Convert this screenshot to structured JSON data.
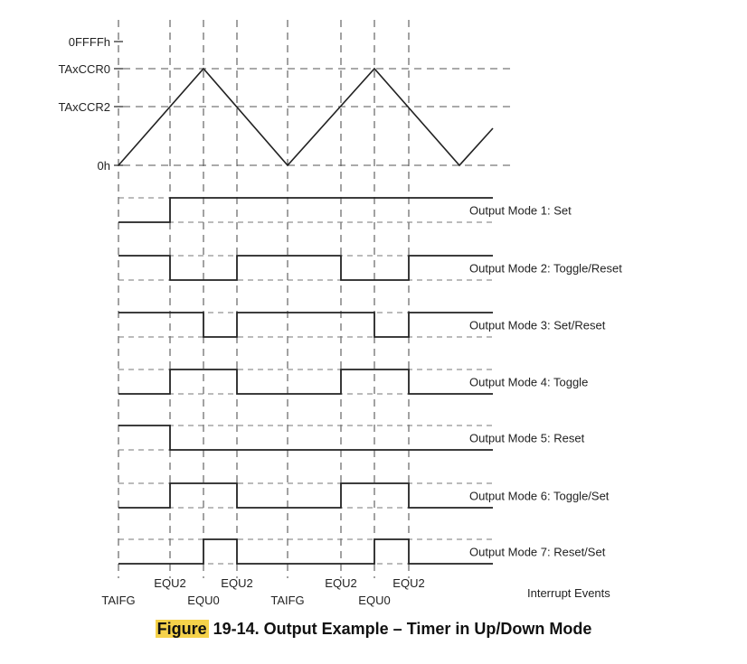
{
  "axis": {
    "labels": [
      "0FFFFh",
      "TAxCCR0",
      "TAxCCR2",
      "0h"
    ]
  },
  "modes": [
    {
      "label": "Output Mode 1: Set"
    },
    {
      "label": "Output Mode 2: Toggle/Reset"
    },
    {
      "label": "Output Mode 3: Set/Reset"
    },
    {
      "label": "Output Mode 4: Toggle"
    },
    {
      "label": "Output Mode 5: Reset"
    },
    {
      "label": "Output Mode 6: Toggle/Set"
    },
    {
      "label": "Output Mode 7: Reset/Set"
    }
  ],
  "events": {
    "top": [
      "EQU2",
      "EQU2",
      "EQU2",
      "EQU2"
    ],
    "bottom": [
      "TAIFG",
      "EQU0",
      "TAIFG",
      "EQU0"
    ],
    "legend": "Interrupt Events"
  },
  "caption": {
    "figure_word": "Figure",
    "rest": " 19-14. Output Example – Timer in Up/Down Mode"
  }
}
